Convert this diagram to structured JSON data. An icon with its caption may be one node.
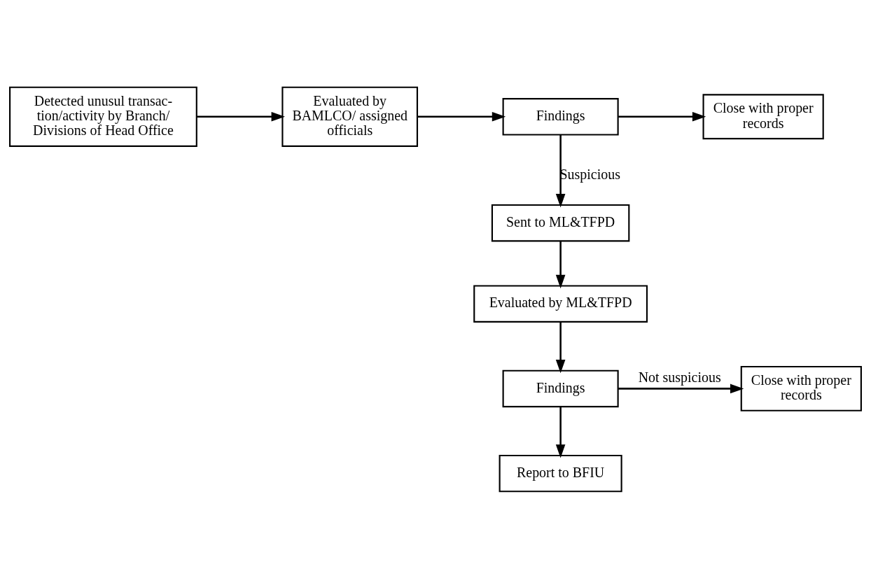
{
  "diagram": {
    "nodes": [
      {
        "text": [
          "Detected unusul transac- tion/activity by Branch/ Divisions of Head Office"
        ]
      },
      {
        "text": [
          "Evaluated by BAMLCO/ assigned officials"
        ]
      },
      {
        "text": [
          "Findings"
        ]
      },
      {
        "text": [
          "Close with proper records"
        ]
      },
      {
        "text": [
          "Sent to ML&TFPD"
        ]
      },
      {
        "text": [
          "Evaluated by ML&TFPD"
        ]
      },
      {
        "text": [
          "Findings"
        ]
      },
      {
        "text": [
          "Close with proper records"
        ]
      },
      {
        "text": [
          "Report to BFIU"
        ]
      }
    ],
    "edges": [
      {
        "from": 0,
        "to": 1,
        "arrow": "to"
      },
      {
        "from": 1,
        "to": 2,
        "arrow": "to"
      },
      {
        "from": 2,
        "to": 3,
        "arrow": "to"
      },
      {
        "from": 2,
        "to": 4,
        "arrow": "to",
        "label": "Suspicious"
      },
      {
        "from": 4,
        "to": 5,
        "arrow": "to"
      },
      {
        "from": 5,
        "to": 6,
        "arrow": "to"
      },
      {
        "from": 6,
        "to": 7,
        "arrow": "to",
        "label": "Not suspicious"
      },
      {
        "from": 6,
        "to": 8,
        "arrow": "to"
      }
    ]
  }
}
